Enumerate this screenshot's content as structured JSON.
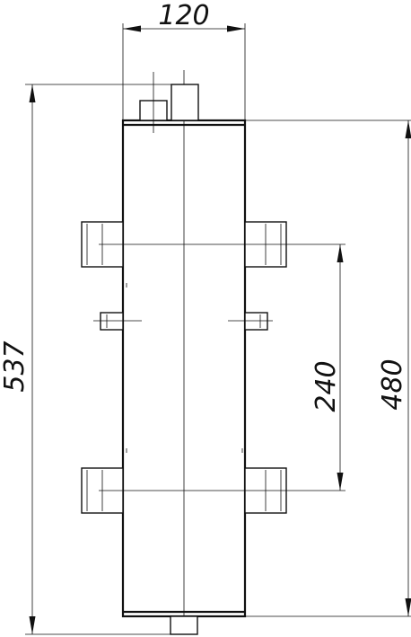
{
  "drawing": {
    "colors": {
      "line": "#111111",
      "background": "#ffffff"
    },
    "dimensions": {
      "width": "120",
      "overall_height": "537",
      "body_height": "480",
      "connection_spacing": "240"
    }
  }
}
